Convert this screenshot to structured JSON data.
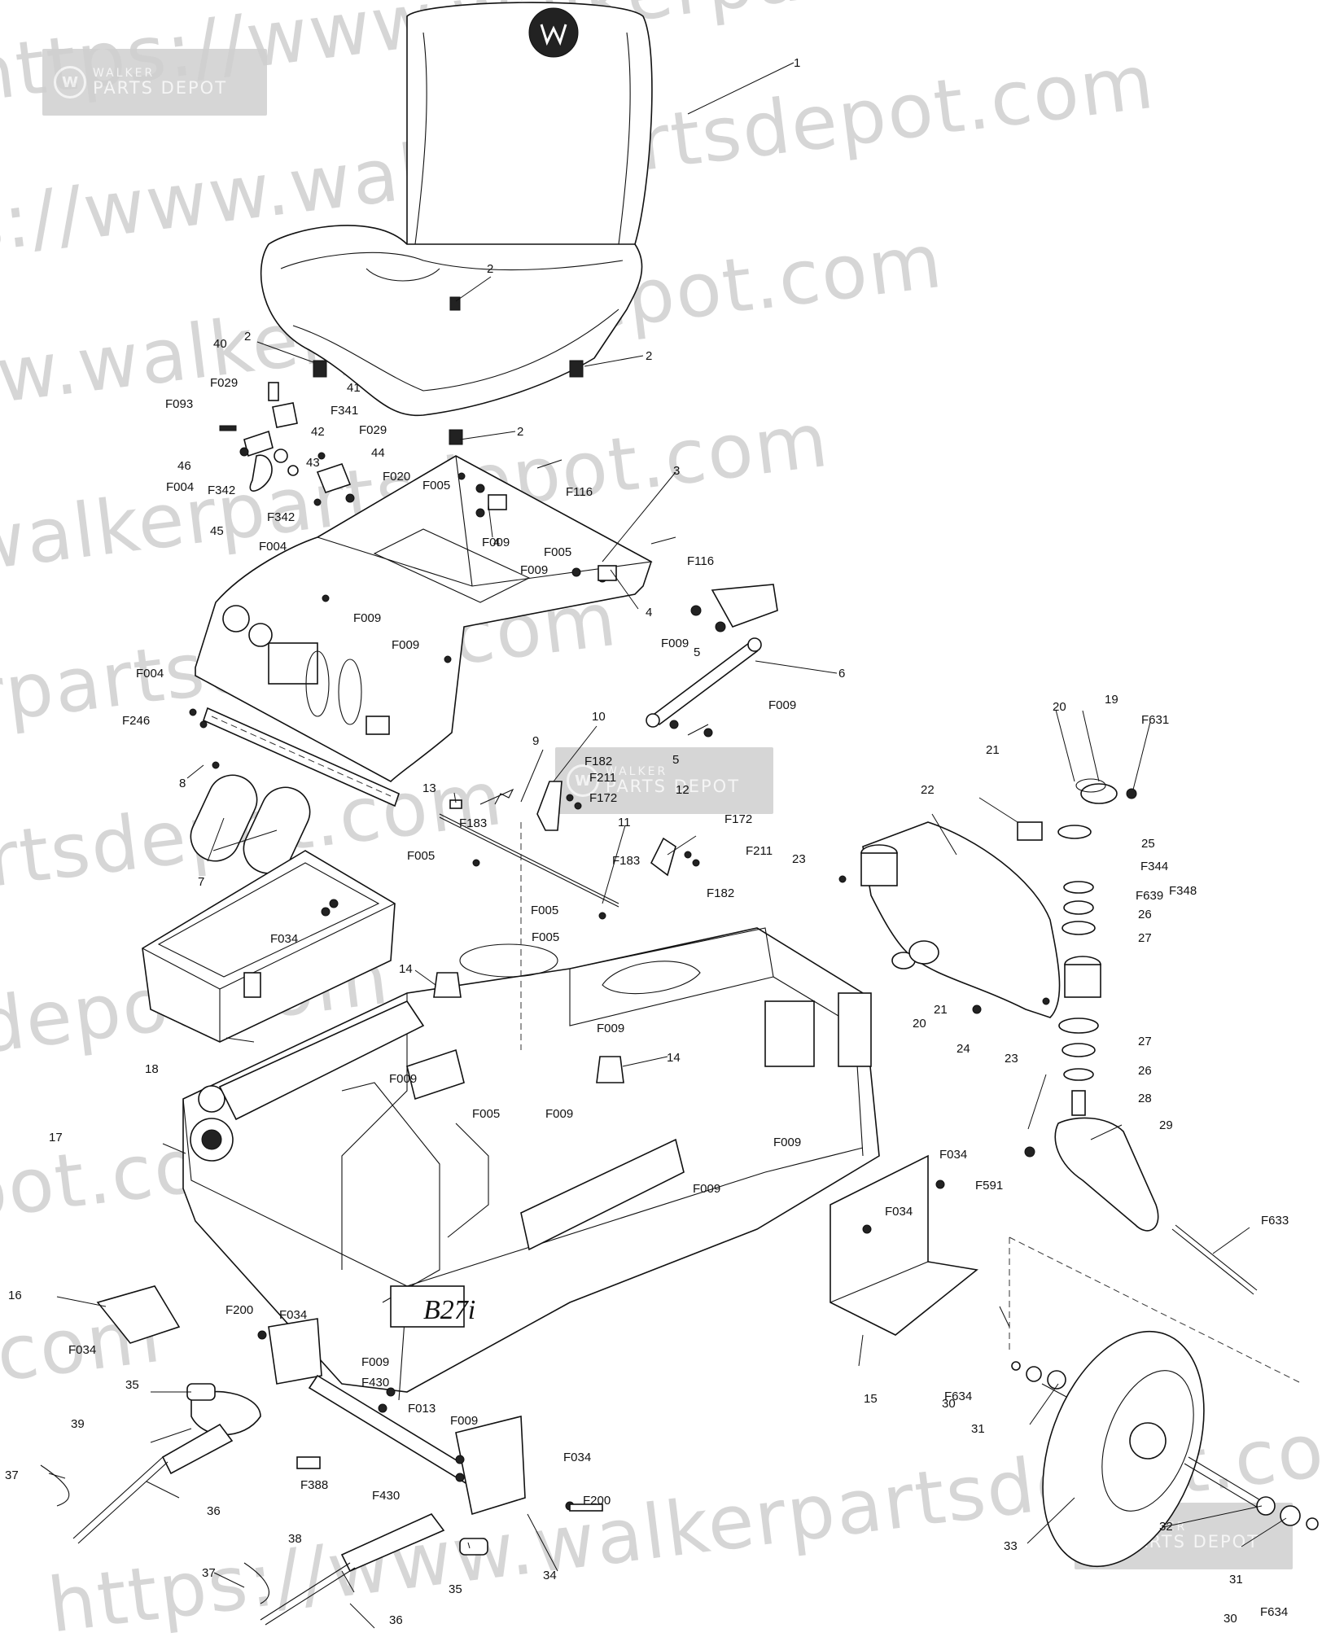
{
  "watermark": {
    "logo_line1": "WALKER",
    "logo_line2": "PARTS DEPOT",
    "url_text": "https://www.walkerpartsdepot.com"
  },
  "decal": {
    "model_badge": "B27i"
  },
  "callouts": {
    "c1": "1",
    "c2a": "2",
    "c2b": "2",
    "c2c": "2",
    "c2d": "2",
    "c3": "3",
    "c4a": "4",
    "c4b": "4",
    "c5a": "5",
    "c5b": "5",
    "c6": "6",
    "c7": "7",
    "c8": "8",
    "c9": "9",
    "c10": "10",
    "c11": "11",
    "c12": "12",
    "c13": "13",
    "c14a": "14",
    "c14b": "14",
    "c15": "15",
    "c16": "16",
    "c17": "17",
    "c18": "18",
    "c19": "19",
    "c20a": "20",
    "c20b": "20",
    "c21a": "21",
    "c21b": "21",
    "c22": "22",
    "c23a": "23",
    "c23b": "23",
    "c24": "24",
    "c25": "25",
    "c26a": "26",
    "c26b": "26",
    "c27a": "27",
    "c27b": "27",
    "c28": "28",
    "c29": "29",
    "c30a": "30",
    "c30b": "30",
    "c31a": "31",
    "c31b": "31",
    "c32": "32",
    "c33": "33",
    "c34": "34",
    "c35a": "35",
    "c35b": "35",
    "c36a": "36",
    "c36b": "36",
    "c37a": "37",
    "c37b": "37",
    "c38": "38",
    "c39": "39",
    "c40": "40",
    "c41": "41",
    "c42": "42",
    "c43": "43",
    "c44": "44",
    "c45": "45",
    "c46": "46",
    "F029a": "F029",
    "F029b": "F029",
    "F093": "F093",
    "F341": "F341",
    "F004a": "F004",
    "F004b": "F004",
    "F004c": "F004",
    "F342a": "F342",
    "F342b": "F342",
    "F020": "F020",
    "F005a": "F005",
    "F005b": "F005",
    "F005c": "F005",
    "F005d": "F005",
    "F005e": "F005",
    "F005f": "F005",
    "F116a": "F116",
    "F116b": "F116",
    "F009a": "F009",
    "F009b": "F009",
    "F009c": "F009",
    "F009d": "F009",
    "F009e": "F009",
    "F009f": "F009",
    "F009g": "F009",
    "F009h": "F009",
    "F009i": "F009",
    "F009j": "F009",
    "F009k": "F009",
    "F009l": "F009",
    "F009m": "F009",
    "F246": "F246",
    "F182a": "F182",
    "F182b": "F182",
    "F211a": "F211",
    "F211b": "F211",
    "F172a": "F172",
    "F172b": "F172",
    "F183a": "F183",
    "F183b": "F183",
    "F631": "F631",
    "F344": "F344",
    "F348": "F348",
    "F639": "F639",
    "F034a": "F034",
    "F034b": "F034",
    "F034c": "F034",
    "F034d": "F034",
    "F034e": "F034",
    "F034f": "F034",
    "F591": "F591",
    "F633": "F633",
    "F200a": "F200",
    "F200b": "F200",
    "F430a": "F430",
    "F430b": "F430",
    "F013": "F013",
    "F388": "F388",
    "F634a": "F634",
    "F634b": "F634"
  }
}
